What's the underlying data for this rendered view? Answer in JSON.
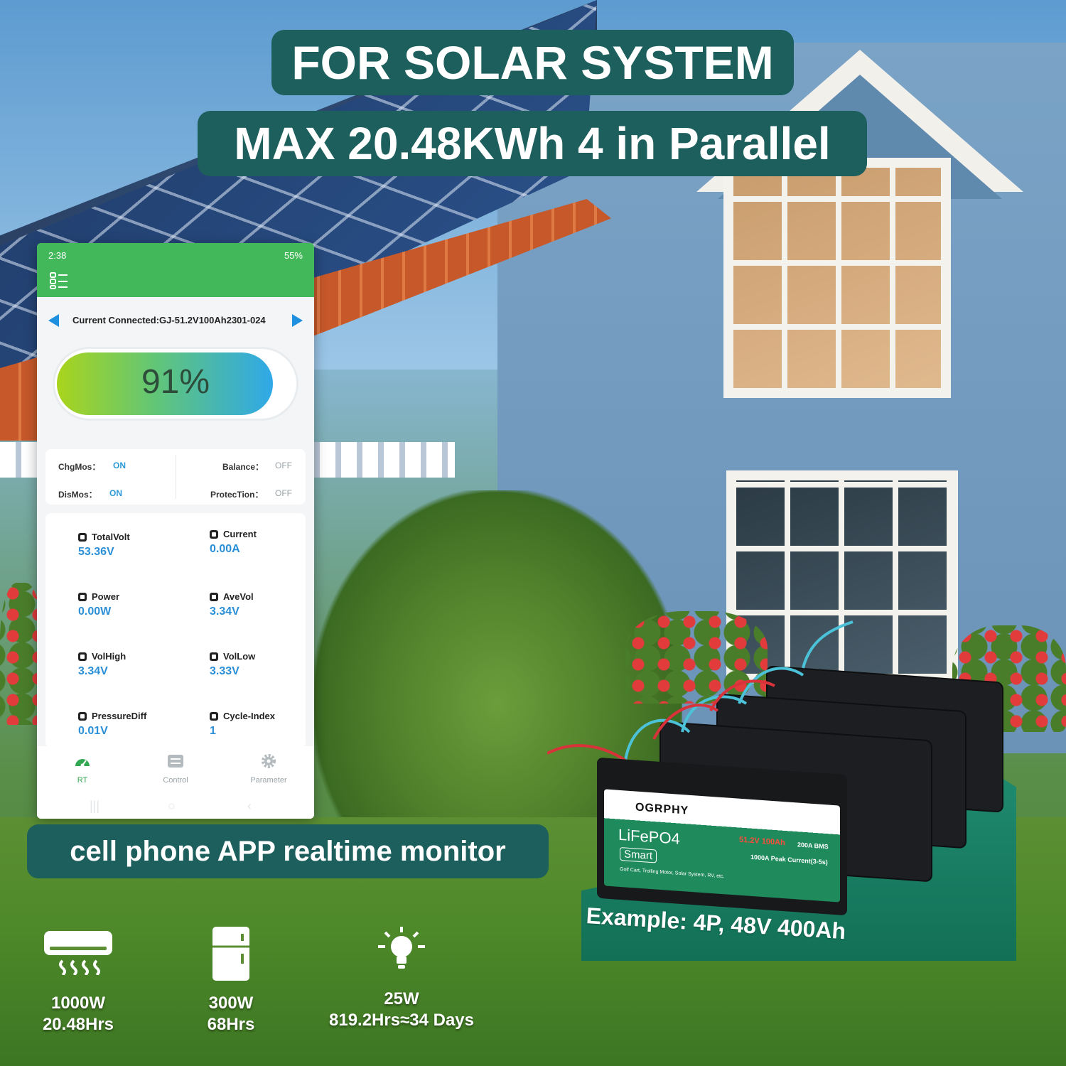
{
  "headline": {
    "line1": "FOR SOLAR SYSTEM",
    "line2": "MAX 20.48KWh 4 in Parallel"
  },
  "caption": "cell phone APP realtime monitor",
  "phone": {
    "status_time": "2:38",
    "status_battery": "55%",
    "connected_text": "Current Connected:GJ-51.2V100Ah2301-024",
    "soc": {
      "value": 91,
      "label": "91%"
    },
    "switches": [
      {
        "label": "ChgMos：",
        "value": "ON"
      },
      {
        "label": "Balance：",
        "value": "OFF"
      },
      {
        "label": "DisMos：",
        "value": "ON"
      },
      {
        "label": "ProtecTion：",
        "value": "OFF"
      }
    ],
    "metrics": [
      {
        "label": "TotalVolt",
        "value": "53.36V"
      },
      {
        "label": "Current",
        "value": "0.00A"
      },
      {
        "label": "Power",
        "value": "0.00W"
      },
      {
        "label": "AveVol",
        "value": "3.34V"
      },
      {
        "label": "VolHigh",
        "value": "3.34V"
      },
      {
        "label": "VolLow",
        "value": "3.33V"
      },
      {
        "label": "PressureDiff",
        "value": "0.01V"
      },
      {
        "label": "Cycle-Index",
        "value": "1"
      }
    ],
    "tabs": [
      {
        "label": "RT",
        "icon": "gauge-icon",
        "active": true
      },
      {
        "label": "Control",
        "icon": "control-icon",
        "active": false
      },
      {
        "label": "Parameter",
        "icon": "gear-icon",
        "active": false
      }
    ]
  },
  "battery": {
    "brand": "OGRPHY",
    "chemistry": "LiFePO4",
    "smart": "Smart",
    "spec": "51.2V 100Ah",
    "bms": "200A BMS",
    "peak": "1000A Peak Current(3-5s)",
    "uses": "Golf Cart, Trolling Motor, Solar System, RV, etc."
  },
  "example": "Example: 4P, 48V 400Ah",
  "appliances": [
    {
      "icon": "air-conditioner-icon",
      "power": "1000W",
      "runtime": "20.48Hrs"
    },
    {
      "icon": "refrigerator-icon",
      "power": "300W",
      "runtime": "68Hrs"
    },
    {
      "icon": "light-bulb-icon",
      "power": "25W",
      "runtime": "819.2Hrs≈34 Days"
    }
  ],
  "colors": {
    "banner": "#1d5f5c",
    "app_green": "#42b85a",
    "value_blue": "#2a8fd6",
    "platform_green": "#1f8a6f"
  }
}
